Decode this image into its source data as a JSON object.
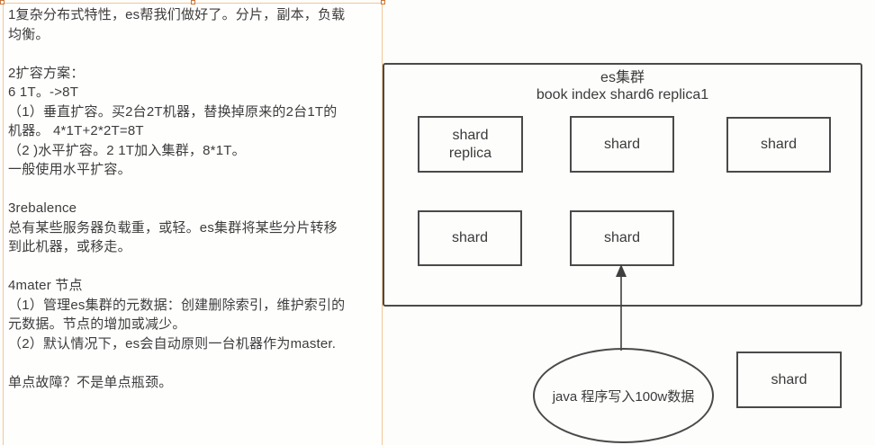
{
  "notes": {
    "text_lines": [
      "1复杂分布式特性，es帮我们做好了。分片，副本，负载",
      "均衡。",
      "",
      "2扩容方案：",
      "6 1T。->8T",
      "（1）垂直扩容。买2台2T机器，替换掉原来的2台1T的",
      "机器。 4*1T+2*2T=8T",
      "（2 )水平扩容。2 1T加入集群，8*1T。",
      "一般使用水平扩容。",
      "",
      "3rebalence",
      "总有某些服务器负载重，或轻。es集群将某些分片转移",
      "到此机器，或移走。",
      "",
      "4mater 节点",
      "（1）管理es集群的元数据：创建删除索引，维护索引的",
      "元数据。节点的增加或减少。",
      "（2）默认情况下，es会自动原则一台机器作为master.",
      "",
      "单点故障？不是单点瓶颈。"
    ]
  },
  "cluster": {
    "title": "es集群",
    "subtitle": "book index shard6 replica1",
    "shards": {
      "r1c1": "shard\nreplica",
      "r1c2": "shard",
      "r1c3": "shard",
      "r2c1": "shard",
      "r2c2": "shard"
    }
  },
  "writer": {
    "label": "java 程序写入100w数据"
  },
  "external_shard": {
    "label": "shard"
  },
  "colors": {
    "shape_border": "#4a4a4a",
    "notes_border": "#f2c795",
    "handle_border": "#c8763a",
    "text": "#3c3c3c"
  }
}
